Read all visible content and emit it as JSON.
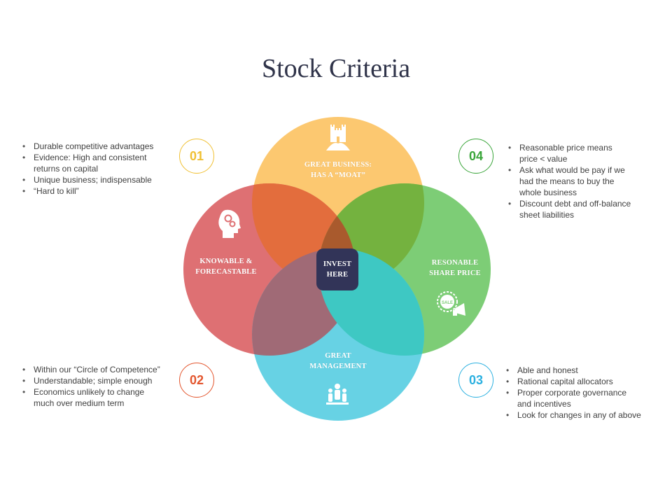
{
  "title": "Stock Criteria",
  "colors": {
    "top": "#fcc870",
    "left": "#de7073",
    "right": "#7dcd76",
    "bottom": "#67d2e4",
    "top_left": "#e36d3d",
    "top_right": "#74b23f",
    "bottom_left": "#a06a76",
    "bottom_right": "#3ec8c3",
    "top_center": "#a95a2d",
    "center": "#323458",
    "badge_01": "#f0c033",
    "badge_02": "#e3552d",
    "badge_03": "#2bb0e0",
    "badge_04": "#3aa53a"
  },
  "circles": {
    "top": {
      "lines": [
        "GREAT BUSINESS:",
        "HAS A “MOAT”"
      ],
      "icon": "castle-icon"
    },
    "left": {
      "lines": [
        "KNOWABLE &",
        "FORECASTABLE"
      ],
      "icon": "head-gears-icon"
    },
    "right": {
      "lines": [
        "RESONABLE",
        "SHARE PRICE"
      ],
      "icon": "sale-megaphone-icon"
    },
    "bottom": {
      "lines": [
        "GREAT",
        "MANAGEMENT"
      ],
      "icon": "people-icon"
    },
    "center": {
      "lines": [
        "INVEST",
        "HERE"
      ]
    }
  },
  "badges": {
    "b01": "01",
    "b02": "02",
    "b03": "03",
    "b04": "04"
  },
  "lists": {
    "list01": [
      "Durable  competitive  advantages",
      "Evidence:  High  and  consistent",
      "returns on capital",
      "Unique  business;  indispensable",
      "“Hard to kill”"
    ],
    "list02": [
      "Within our “Circle  of Competence”",
      "Understandable;  simple enough",
      "Economics unlikely to change",
      "much over  medium term"
    ],
    "list03": [
      "Able and honest",
      "Rational capital allocators",
      "Proper corporate governance",
      "and incentives",
      "Look for changes in any of above"
    ],
    "list04": [
      "Reasonable price means",
      "price < value",
      "Ask what would be pay if we",
      "had the means to buy the",
      "whole business",
      "Discount debt and off-balance",
      "sheet liabilities"
    ]
  }
}
